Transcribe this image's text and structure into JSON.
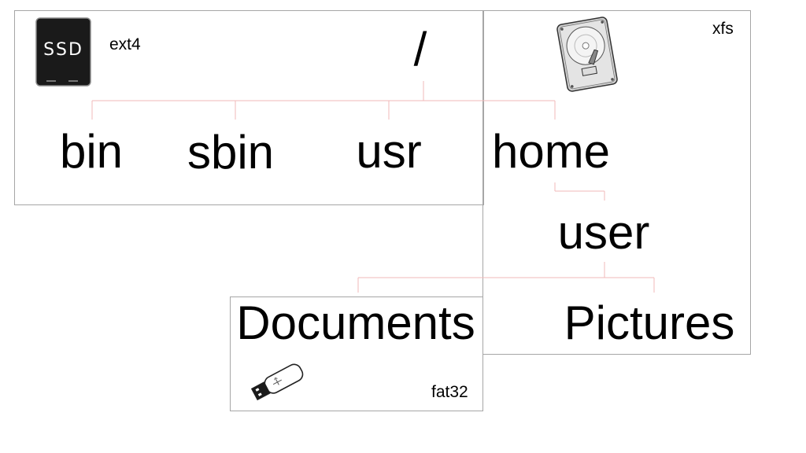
{
  "filesystems": {
    "root": "ext4",
    "home": "xfs",
    "documents": "fat32"
  },
  "icons": {
    "ssd": {
      "name": "ssd-icon",
      "text": "SSD"
    },
    "hdd": {
      "name": "hard-disk-icon"
    },
    "usb": {
      "name": "usb-drive-icon"
    }
  },
  "tree": {
    "root": "/",
    "bin": "bin",
    "sbin": "sbin",
    "usr": "usr",
    "home": "home",
    "user": "user",
    "documents": "Documents",
    "pictures": "Pictures"
  },
  "colors": {
    "connector": "#f2b8b8",
    "border": "#a6a6a6"
  }
}
